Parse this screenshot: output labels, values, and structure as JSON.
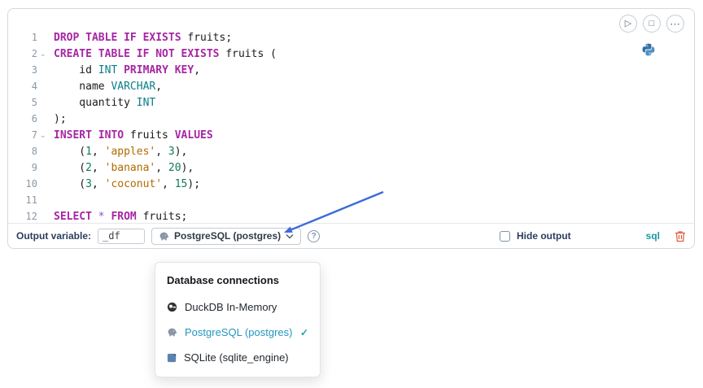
{
  "cell_actions": {
    "run_icon": "▷",
    "stop_icon": "□",
    "more_icon": "⋯"
  },
  "editor": {
    "lines": [
      {
        "n": "1",
        "fold": false,
        "tokens": [
          {
            "t": "kw",
            "s": "DROP TABLE IF EXISTS"
          },
          {
            "t": "pl",
            "s": " fruits;"
          }
        ]
      },
      {
        "n": "2",
        "fold": true,
        "tokens": [
          {
            "t": "kw",
            "s": "CREATE TABLE IF NOT EXISTS"
          },
          {
            "t": "pl",
            "s": " fruits ("
          }
        ]
      },
      {
        "n": "3",
        "fold": false,
        "tokens": [
          {
            "t": "pl",
            "s": "    id "
          },
          {
            "t": "ty",
            "s": "INT"
          },
          {
            "t": "pl",
            "s": " "
          },
          {
            "t": "kw",
            "s": "PRIMARY KEY"
          },
          {
            "t": "pl",
            "s": ","
          }
        ]
      },
      {
        "n": "4",
        "fold": false,
        "tokens": [
          {
            "t": "pl",
            "s": "    name "
          },
          {
            "t": "ty",
            "s": "VARCHAR"
          },
          {
            "t": "pl",
            "s": ","
          }
        ]
      },
      {
        "n": "5",
        "fold": false,
        "tokens": [
          {
            "t": "pl",
            "s": "    quantity "
          },
          {
            "t": "ty",
            "s": "INT"
          }
        ]
      },
      {
        "n": "6",
        "fold": false,
        "tokens": [
          {
            "t": "pl",
            "s": ");"
          }
        ]
      },
      {
        "n": "7",
        "fold": true,
        "tokens": [
          {
            "t": "kw",
            "s": "INSERT INTO"
          },
          {
            "t": "pl",
            "s": " fruits "
          },
          {
            "t": "kw",
            "s": "VALUES"
          }
        ]
      },
      {
        "n": "8",
        "fold": false,
        "tokens": [
          {
            "t": "pl",
            "s": "    ("
          },
          {
            "t": "nu",
            "s": "1"
          },
          {
            "t": "pl",
            "s": ", "
          },
          {
            "t": "st",
            "s": "'apples'"
          },
          {
            "t": "pl",
            "s": ", "
          },
          {
            "t": "nu",
            "s": "3"
          },
          {
            "t": "pl",
            "s": "),"
          }
        ]
      },
      {
        "n": "9",
        "fold": false,
        "tokens": [
          {
            "t": "pl",
            "s": "    ("
          },
          {
            "t": "nu",
            "s": "2"
          },
          {
            "t": "pl",
            "s": ", "
          },
          {
            "t": "st",
            "s": "'banana'"
          },
          {
            "t": "pl",
            "s": ", "
          },
          {
            "t": "nu",
            "s": "20"
          },
          {
            "t": "pl",
            "s": "),"
          }
        ]
      },
      {
        "n": "10",
        "fold": false,
        "tokens": [
          {
            "t": "pl",
            "s": "    ("
          },
          {
            "t": "nu",
            "s": "3"
          },
          {
            "t": "pl",
            "s": ", "
          },
          {
            "t": "st",
            "s": "'coconut'"
          },
          {
            "t": "pl",
            "s": ", "
          },
          {
            "t": "nu",
            "s": "15"
          },
          {
            "t": "pl",
            "s": ");"
          }
        ]
      },
      {
        "n": "11",
        "fold": false,
        "tokens": []
      },
      {
        "n": "12",
        "fold": false,
        "tokens": [
          {
            "t": "kw",
            "s": "SELECT"
          },
          {
            "t": "pl",
            "s": " "
          },
          {
            "t": "op",
            "s": "*"
          },
          {
            "t": "pl",
            "s": " "
          },
          {
            "t": "kw",
            "s": "FROM"
          },
          {
            "t": "pl",
            "s": " fruits;"
          }
        ]
      }
    ]
  },
  "toolbar": {
    "output_variable_label": "Output variable:",
    "output_variable_value": "_df",
    "connection_label": "PostgreSQL (postgres)",
    "help_icon": "?",
    "hide_output_label": "Hide output",
    "language_badge": "sql"
  },
  "connections_menu": {
    "title": "Database connections",
    "items": [
      {
        "label": "DuckDB In-Memory",
        "selected": false
      },
      {
        "label": "PostgreSQL (postgres)",
        "selected": true
      },
      {
        "label": "SQLite (sqlite_engine)",
        "selected": false
      }
    ],
    "checkmark": "✓"
  },
  "colors": {
    "keyword": "#a626a4",
    "type": "#0b7e8a",
    "number": "#0f7b51",
    "string": "#b26a00",
    "operator": "#8250df",
    "selected_connection": "#2596be",
    "accent_teal": "#1798a5",
    "trash_red": "#e4593f",
    "arrow_blue": "#3a6bd8"
  }
}
